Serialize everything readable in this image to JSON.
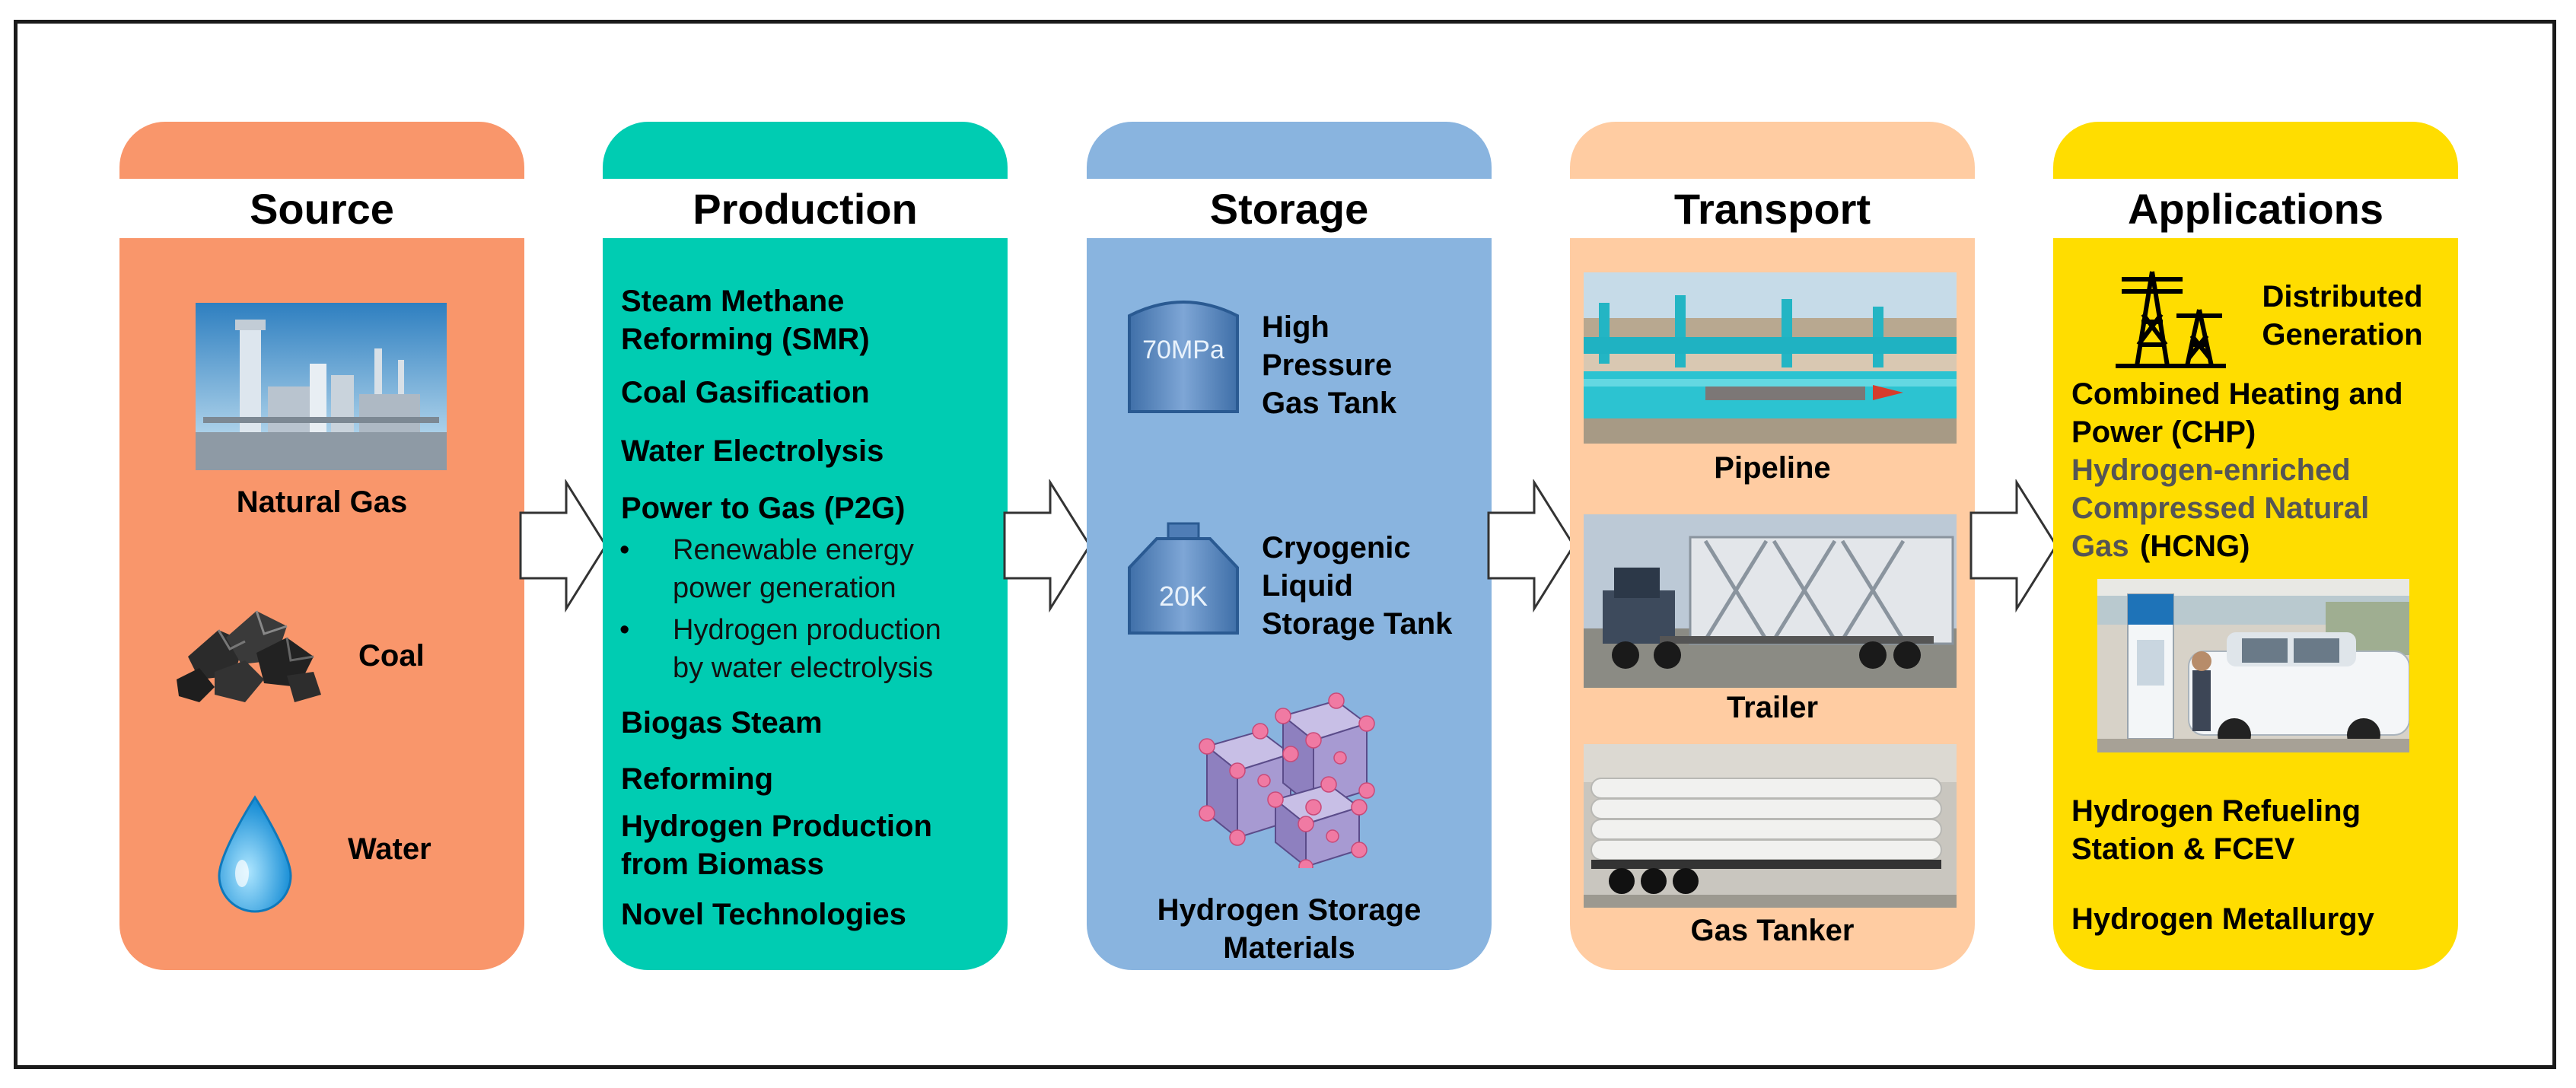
{
  "columns": {
    "source": {
      "title": "Source",
      "color": "#F9966B",
      "items": [
        "Natural Gas",
        "Coal",
        "Water"
      ]
    },
    "production": {
      "title": "Production",
      "color": "#00CCB2",
      "items": [
        "Steam Methane",
        "Reforming (SMR)",
        "Coal Gasification",
        "Water Electrolysis",
        "Power to Gas (P2G)",
        "Renewable energy",
        "power generation",
        "Hydrogen production",
        "by water electrolysis",
        "Biogas Steam",
        "Reforming",
        "Hydrogen Production",
        "from Biomass",
        "Novel Technologies"
      ]
    },
    "storage": {
      "title": "Storage",
      "color": "#89B4DF",
      "tank1_value": "70MPa",
      "tank1_label": [
        "High",
        "Pressure",
        "Gas Tank"
      ],
      "tank2_value": "20K",
      "tank2_label": [
        "Cryogenic",
        "Liquid",
        "Storage Tank"
      ],
      "materials_label": [
        "Hydrogen Storage",
        "Materials"
      ]
    },
    "transport": {
      "title": "Transport",
      "color": "#FFCCA2",
      "items": [
        "Pipeline",
        "Trailer",
        "Gas Tanker"
      ]
    },
    "applications": {
      "title": "Applications",
      "color": "#FFDD00",
      "distributed": [
        "Distributed",
        "Generation"
      ],
      "chp": [
        "Combined Heating and",
        "Power (CHP)"
      ],
      "hcng": [
        "Hydrogen-enriched",
        "Compressed Natural",
        "Gas",
        "(HCNG)"
      ],
      "refuel": [
        "Hydrogen Refueling",
        "Station & FCEV"
      ],
      "metallurgy": "Hydrogen Metallurgy"
    }
  },
  "colors": {
    "arrow": "#ffffff",
    "arrow_stroke": "#333333",
    "hcng_text": "#555555"
  }
}
